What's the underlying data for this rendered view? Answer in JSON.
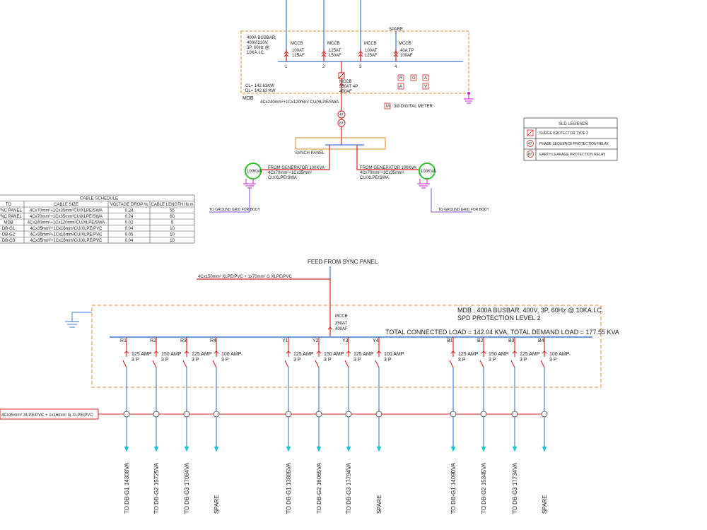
{
  "colors": {
    "busbar": "#3a78c9",
    "cable": "#d9221c",
    "panel_border": "#e08a2c",
    "generator": "#2bbf2b",
    "earth": "#d21cd2",
    "feeder_arrow": "#17c7d8"
  },
  "top_mdb": {
    "label": "MDB",
    "busbar_text": [
      "400A BUSBAR,",
      "400V/230V,",
      "3P, 60Hz @",
      "10KA.I.C."
    ],
    "spare_label": "SPARE",
    "breakers": [
      {
        "num": "1",
        "lines": [
          "MCCB",
          "100AT",
          "125AF"
        ]
      },
      {
        "num": "2",
        "lines": [
          "MCCB",
          "125AT",
          "150AF"
        ]
      },
      {
        "num": "3",
        "lines": [
          "MCCB",
          "100AT",
          "125AF"
        ]
      },
      {
        "num": "4",
        "lines": [
          "MCCB",
          "40A TP",
          "100AF"
        ]
      }
    ],
    "incomer": [
      "MCCB",
      "350AT 4P",
      "400AF"
    ],
    "loads": [
      "CL= 142.63KW",
      "DL= 142.63 KW"
    ],
    "main_cable": "4Cx240mm²+1Cx120mm² CU/XLPE/SWA",
    "meter_letters": [
      "R",
      "G",
      "A",
      "A",
      "V"
    ],
    "meter_legend_icon": "M",
    "meter_legend": "3Ø DIGITAL METER",
    "relay_labels": [
      "47",
      "87"
    ],
    "synch_panel": "SYNCH PANEL",
    "generators": [
      {
        "label": "100KVA",
        "from": "FROM GENERATOR 100KVA",
        "cable": [
          "4Cx70mm²+1Cx35mm²",
          "CU/XLPE/SWA"
        ],
        "ground": "TO GROUND GRID FOR BODY"
      },
      {
        "label": "100KVA",
        "from": "FROM GENERATOR 100KVA",
        "cable": [
          "4Cx70mm²+1Cx35mm²",
          "CU/XLPE/SWA"
        ],
        "ground": "TO GROUND GRID FOR BODY"
      }
    ]
  },
  "legend": {
    "title": "SLD LEGENDS",
    "items": [
      {
        "icon": "",
        "text": "SURGE PROTECTOR TYPE 2"
      },
      {
        "icon": "47",
        "text": "PHASE SEQUENCE PROTECTION RELAY"
      },
      {
        "icon": "87",
        "text": "EARTH LEAKAGE PROTECTION RELAY"
      }
    ]
  },
  "cable_schedule": {
    "title": "CABLE SCHEDULE",
    "headers": [
      "TO",
      "CABLE SIZE",
      "VOLTAGE DROP %",
      "CABLE LENGTH IN m"
    ],
    "rows": [
      [
        "SYNC PANEL",
        "4Cx70mm²+1Cx35mm²CU/XLPE/SWA",
        "0.24",
        "55"
      ],
      [
        "SYNC PANEL",
        "4Cx70mm²+1Cx35mm²CU/XLPE/SWA",
        "0.24",
        "60"
      ],
      [
        "MDB",
        "4Cx240mm²+1Cx120mm²CU/XLPE/SWA",
        "0.02",
        "5"
      ],
      [
        "DB-G1",
        "4Cx35mm²+1Cx16mm²CU/XLPE/PVC",
        "0.04",
        "10"
      ],
      [
        "DB-G2",
        "4Cx35mm²+1Cx16mm²CU/XLPE/PVC",
        "0.05",
        "10"
      ],
      [
        "DB-G3",
        "4Cx35mm²+1Cx16mm²CU/XLPE/PVC",
        "0.04",
        "10"
      ]
    ]
  },
  "bottom_mdb": {
    "feed": "FEED FROM SYNC PANEL",
    "feed_cable": "4Cx150mm² XLPE/PVC + 1x70mm² G XLPE/PVC",
    "title1": "MDB , 400A BUSBAR, 400V, 3P, 60Hz @ 10KA.I.C.",
    "title2": "SPD PROTECTION LEVEL 2",
    "load_line": "TOTAL CONNECTED LOAD = 142.04 KVA, TOTAL DEMAND LOAD = 177.55 KVA",
    "incomer": [
      "MCCB",
      "350AT",
      "400AF"
    ],
    "outgoing_cable": "4Cx35mm² XLPE/PVC + 1x16mm² G XLPE/PVC",
    "feeders": [
      {
        "tag": "R1",
        "rating": "125 AMP",
        "poles": "3 P",
        "dest": "TO DB-G1 14308VA"
      },
      {
        "tag": "R2",
        "rating": "150 AMP",
        "poles": "3 P",
        "dest": "TO DB-G2 15725VA"
      },
      {
        "tag": "R3",
        "rating": "125 AMP",
        "poles": "3 P",
        "dest": "TO DB-G3 17084VA"
      },
      {
        "tag": "R4",
        "rating": "100 AMP",
        "poles": "3 P",
        "dest": "SPARE"
      },
      {
        "tag": "Y1",
        "rating": "125 AMP",
        "poles": "3 P",
        "dest": "TO DB-G1 13885VA"
      },
      {
        "tag": "Y2",
        "rating": "150 AMP",
        "poles": "3 P",
        "dest": "TO DB-G2 16065VA"
      },
      {
        "tag": "Y3",
        "rating": "125 AMP",
        "poles": "3 P",
        "dest": "TO DB-G3 17794VA"
      },
      {
        "tag": "Y4",
        "rating": "100 AMP",
        "poles": "3 P",
        "dest": "SPARE"
      },
      {
        "tag": "B1",
        "rating": "125 AMP",
        "poles": "3 P",
        "dest": "TO DB-G1 14090VA"
      },
      {
        "tag": "B2",
        "rating": "150 AMP",
        "poles": "3 P",
        "dest": "TO DB-G2 15345VA"
      },
      {
        "tag": "B3",
        "rating": "125 AMP",
        "poles": "3 P",
        "dest": "TO DB-G3 17734VA"
      },
      {
        "tag": "B4",
        "rating": "100 AMP",
        "poles": "3 P",
        "dest": "SPARE"
      }
    ]
  }
}
